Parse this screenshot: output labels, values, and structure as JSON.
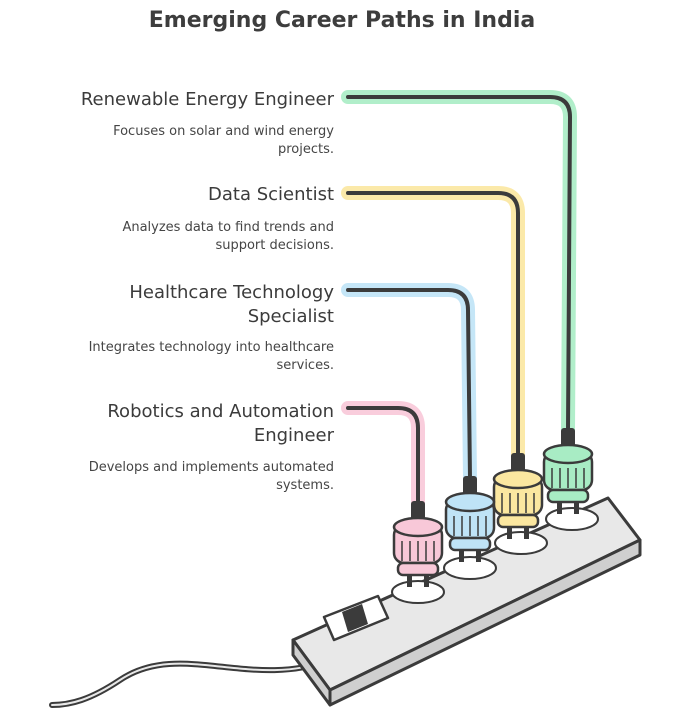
{
  "title": "Emerging Career Paths in India",
  "careers": [
    {
      "name": "Renewable Energy Engineer",
      "description": "Focuses on solar and wind energy projects.",
      "color": "#a8ecc4"
    },
    {
      "name": "Data Scientist",
      "description": "Analyzes data to find trends and support decisions.",
      "color": "#fbe7a0"
    },
    {
      "name": "Healthcare Technology Specialist",
      "description": "Integrates technology into healthcare services.",
      "color": "#bfe3f6"
    },
    {
      "name": "Robotics and Automation Engineer",
      "description": "Develops and implements automated systems.",
      "color": "#f8c8d8"
    }
  ],
  "icons": [
    "power-strip-icon",
    "power-switch-icon",
    "plug-icon",
    "cable-icon"
  ],
  "colors": {
    "outline": "#3b3b3b",
    "strip_body": "#e8e8e8",
    "strip_shade": "#cfcfcf"
  }
}
